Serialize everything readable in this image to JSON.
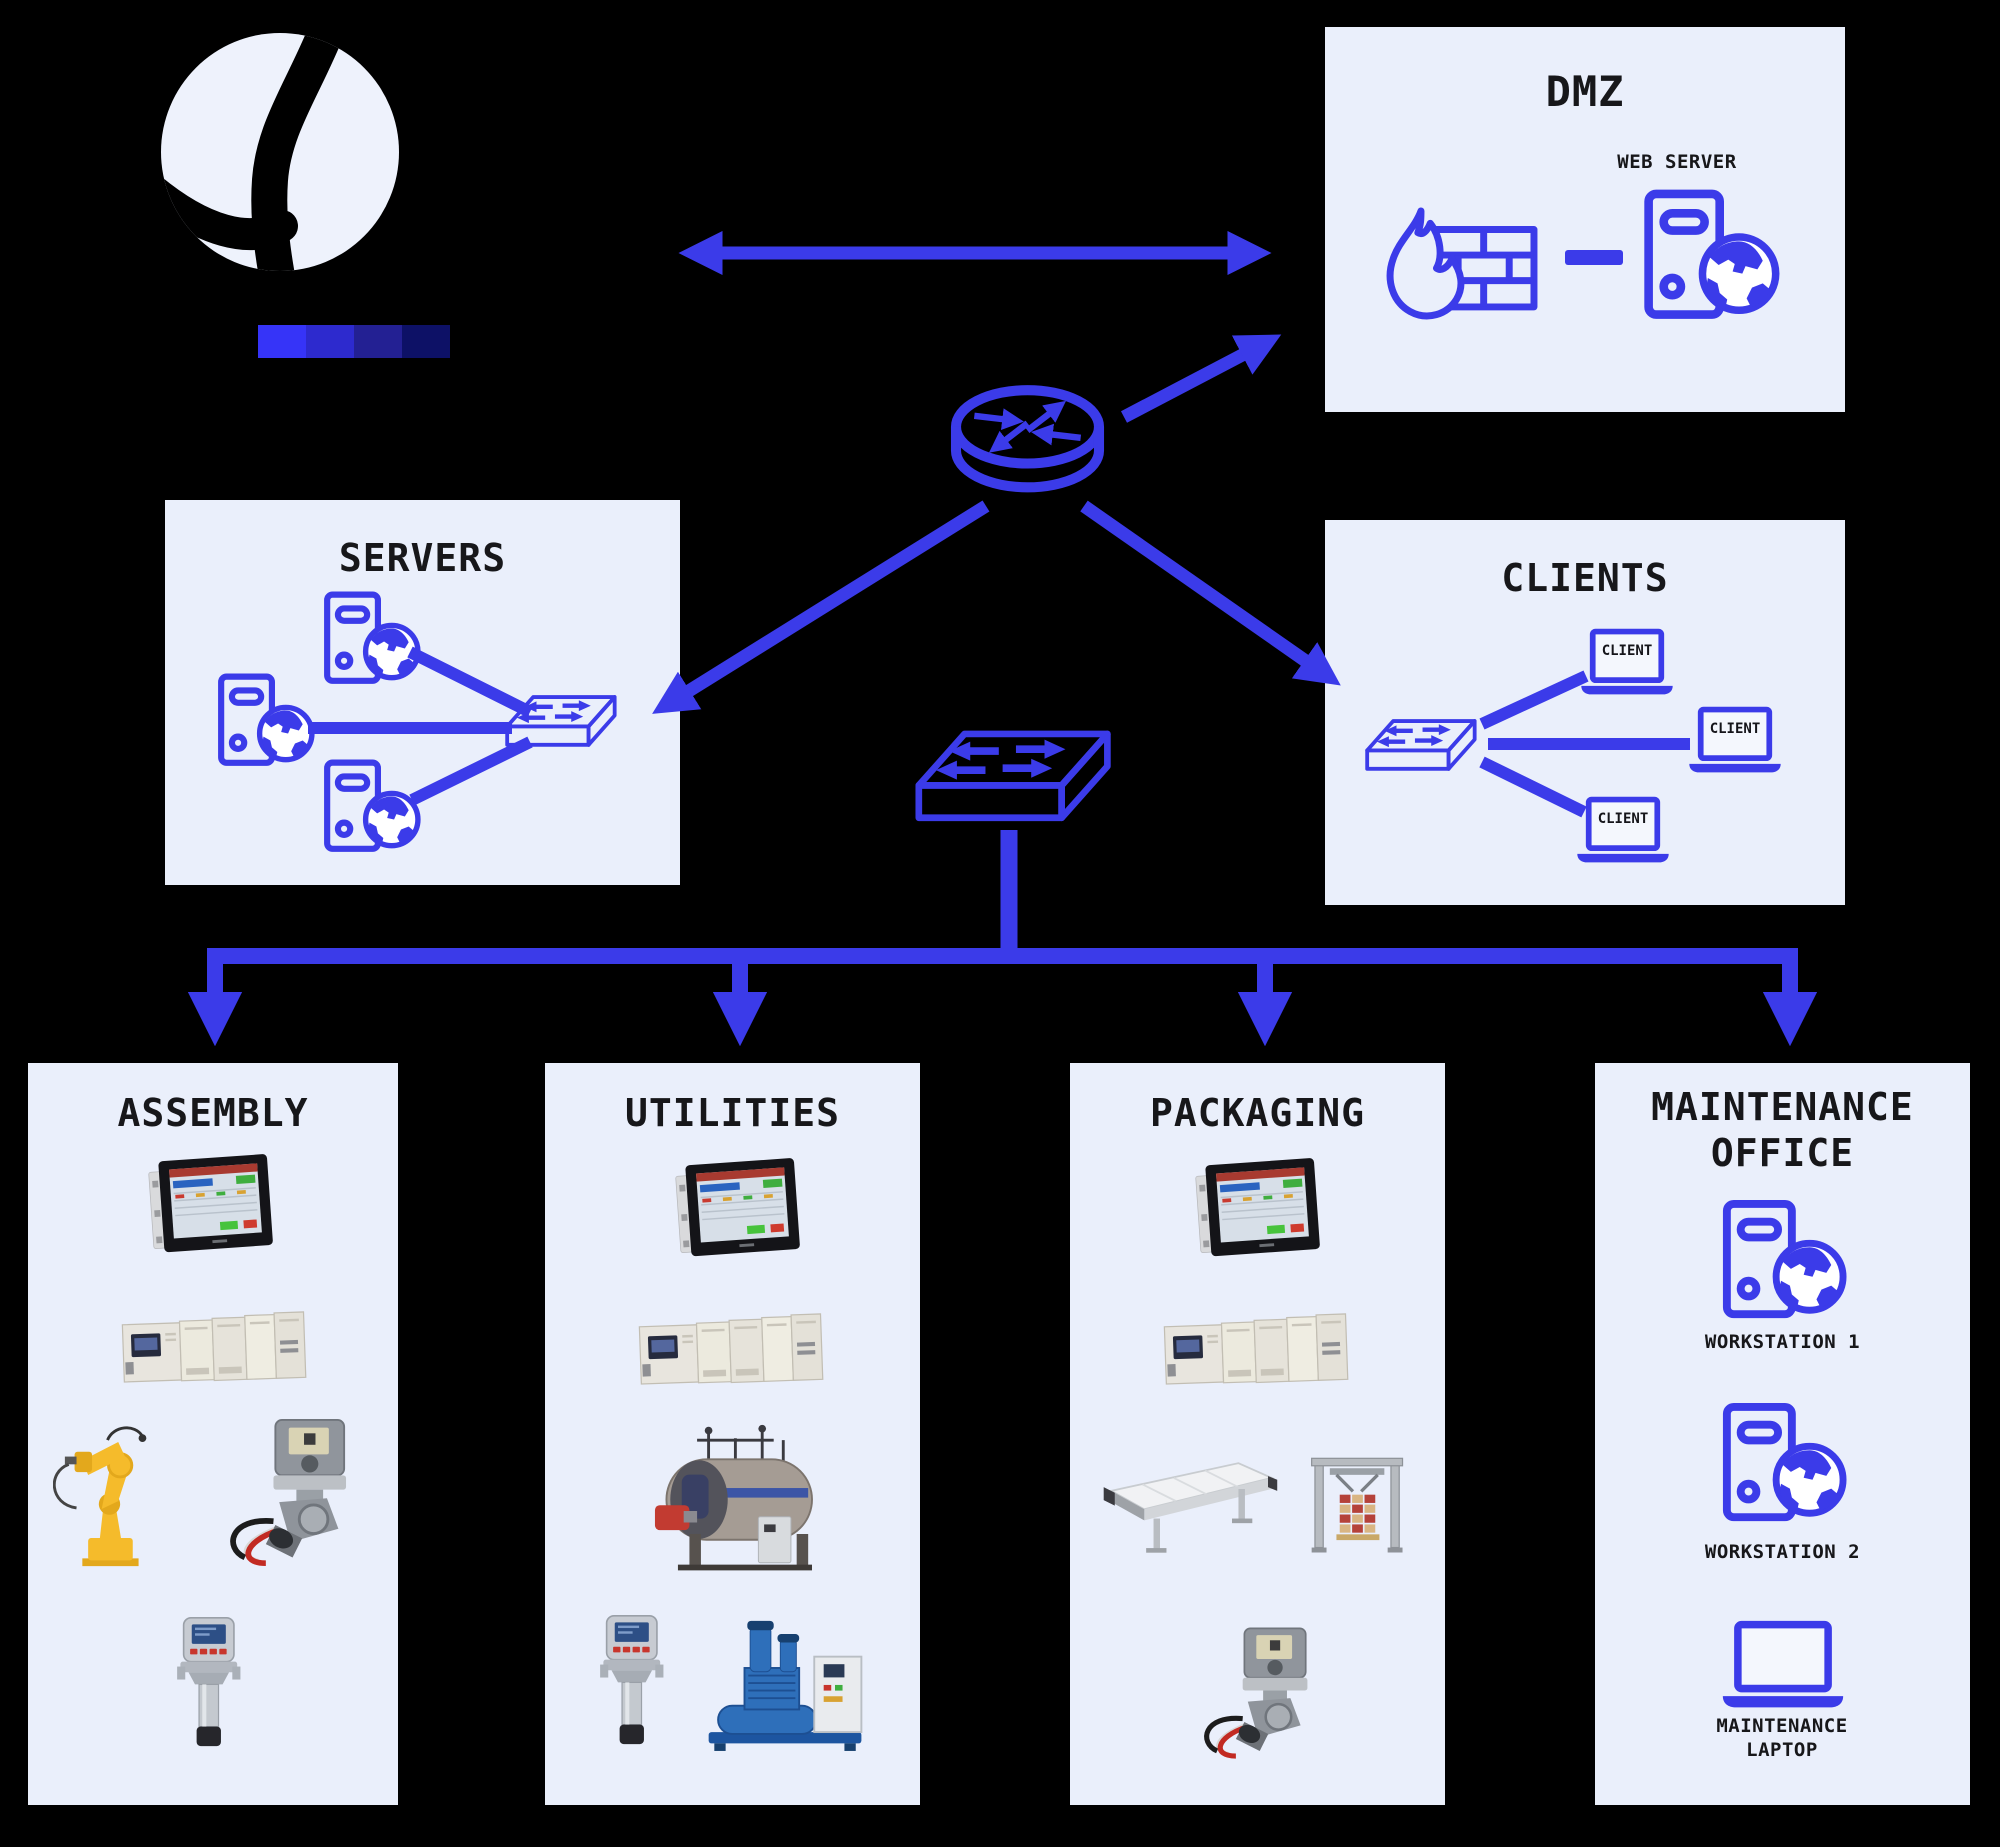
{
  "colors": {
    "accent": "#3b3be9",
    "panel_bg": "#eaeffb",
    "canvas_bg": "#000000",
    "title_text": "#17171a",
    "gradient_bar": [
      "#3634f8",
      "#2d2ace",
      "#232093",
      "#0d1166"
    ]
  },
  "branding": {
    "logo_icon": "bird-logo"
  },
  "dmz": {
    "title": "DMZ",
    "web_server_label": "WEB SERVER"
  },
  "servers": {
    "title": "SERVERS"
  },
  "clients": {
    "title": "CLIENTS",
    "laptop_labels": [
      "CLIENT",
      "CLIENT",
      "CLIENT"
    ]
  },
  "zones": {
    "assembly": {
      "title": "ASSEMBLY",
      "equipment": [
        "hmi-panel",
        "plc-rack",
        "robot-arm",
        "solenoid-valve",
        "flow-sensor"
      ]
    },
    "utilities": {
      "title": "UTILITIES",
      "equipment": [
        "hmi-panel",
        "plc-rack",
        "steam-boiler",
        "flow-sensor",
        "compressor-skid"
      ]
    },
    "packaging": {
      "title": "PACKAGING",
      "equipment": [
        "hmi-panel",
        "plc-rack",
        "conveyor",
        "palletizer",
        "solenoid-valve"
      ]
    },
    "maintenance": {
      "title_lines": [
        "MAINTENANCE",
        "OFFICE"
      ],
      "labels": [
        "WORKSTATION 1",
        "WORKSTATION 2",
        "MAINTENANCE LAPTOP"
      ]
    }
  },
  "network_icons": [
    "router-icon",
    "switch-icon",
    "server-globe-icon",
    "laptop-icon",
    "firewall-icon",
    "web-server-icon"
  ]
}
